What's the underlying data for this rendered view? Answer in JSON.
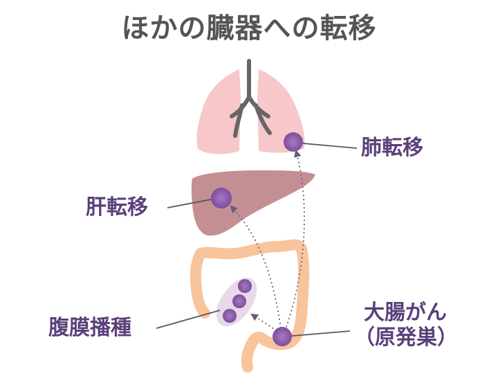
{
  "title": "ほかの臓器への転移",
  "labels": {
    "lung": "肺転移",
    "liver": "肝転移",
    "peritoneum": "腹膜播種",
    "primary_line1": "大腸がん",
    "primary_line2": "（原発巣）"
  },
  "colors": {
    "label_text": "#5a3f7a",
    "title_text": "#555555",
    "lung": "#f7c7c9",
    "liver": "#c38f92",
    "colon": "#f8c49b",
    "tumor": "#8a5aa8",
    "trachea": "#666666"
  }
}
